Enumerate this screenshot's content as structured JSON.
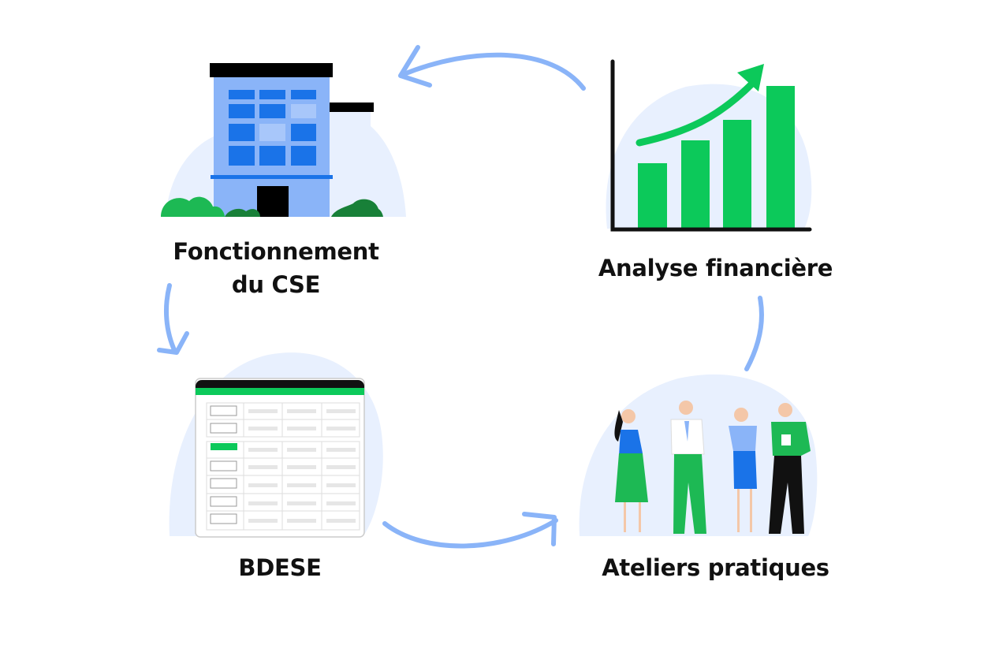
{
  "diagram": {
    "type": "cycle",
    "nodes": [
      {
        "id": "fonctionnement",
        "label_line1": "Fonctionnement",
        "label_line2": "du CSE",
        "icon": "office-building-icon"
      },
      {
        "id": "analyse",
        "label": "Analyse financière",
        "icon": "growth-bar-chart-icon"
      },
      {
        "id": "ateliers",
        "label": "Ateliers pratiques",
        "icon": "team-meeting-people-icon"
      },
      {
        "id": "bdese",
        "label": "BDESE",
        "icon": "spreadsheet-database-icon"
      }
    ],
    "edges": [
      {
        "from": "analyse",
        "to": "fonctionnement"
      },
      {
        "from": "fonctionnement",
        "to": "bdese"
      },
      {
        "from": "bdese",
        "to": "ateliers"
      },
      {
        "from": "ateliers",
        "to": "analyse"
      }
    ]
  },
  "colors": {
    "arrow": "#8ab4f8",
    "building": "#8ab4f8",
    "window": "#1a73e8",
    "green": "#0cc95a",
    "blob": "#e8f0fe",
    "ink": "#111111"
  }
}
